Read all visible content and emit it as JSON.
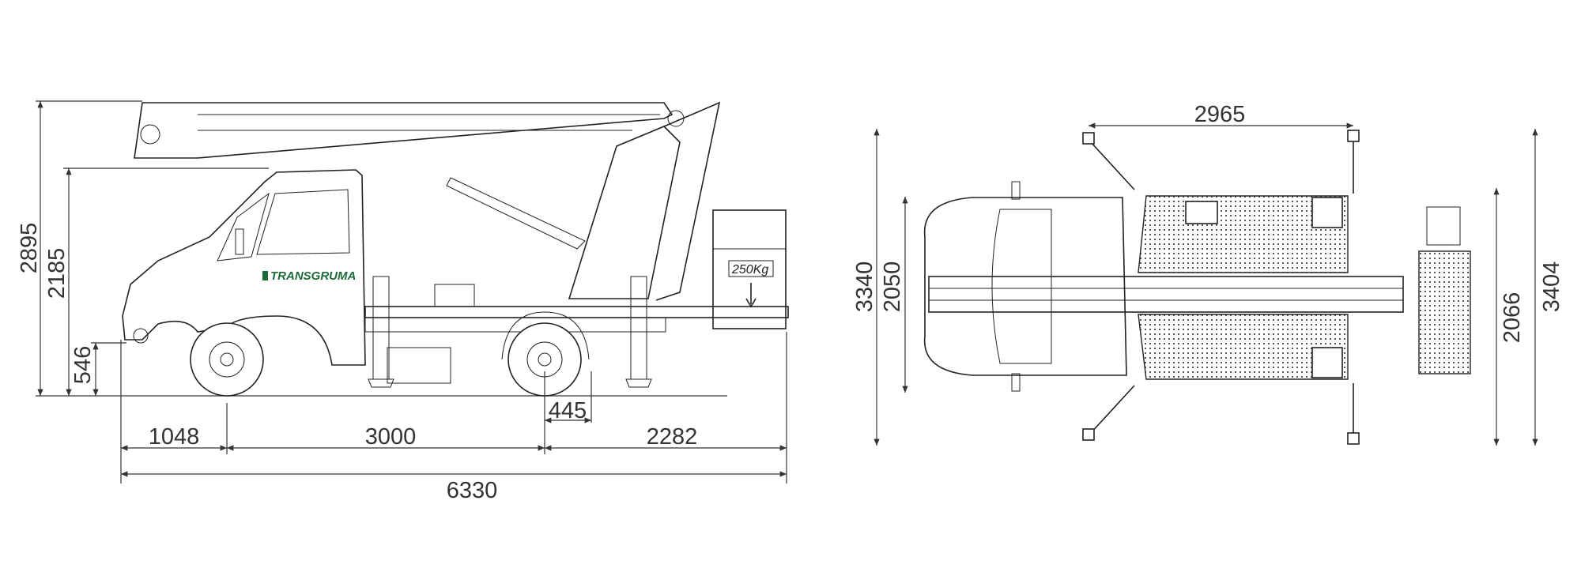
{
  "side_view": {
    "overall_length": "6330",
    "front_overhang": "1048",
    "wheelbase": "3000",
    "rear_overhang": "2282",
    "outrigger_offset": "445",
    "overall_height": "2895",
    "cab_height": "2185",
    "chassis_height": "546",
    "logo_text": "TRANSGRUMA",
    "platform_capacity": "250Kg"
  },
  "top_view": {
    "outrigger_span_length": "2965",
    "outrigger_span_width": "3340",
    "vehicle_width": "2050",
    "platform_width": "2066",
    "outrigger_span_total": "3404"
  },
  "colors": {
    "line": "#222222",
    "logo": "#1d6b3a"
  }
}
